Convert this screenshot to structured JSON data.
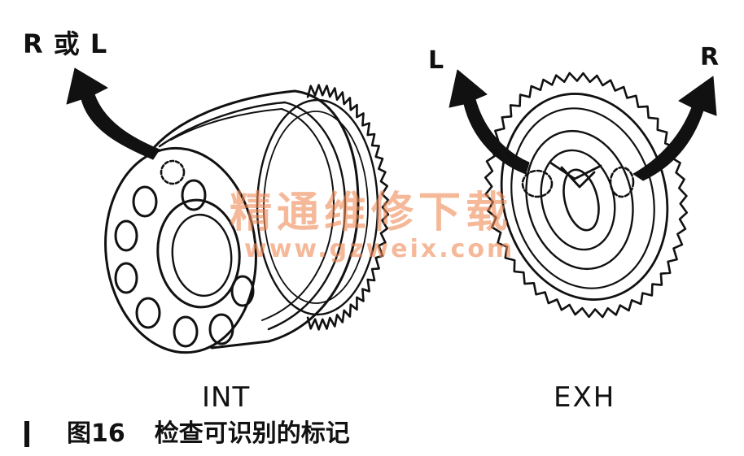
{
  "labels": {
    "int_direction": "R 或 L",
    "exh_left": "L",
    "exh_right": "R",
    "int_gear": "INT",
    "exh_gear": "EXH"
  },
  "caption": {
    "figure_number": "图16",
    "title": "检查可识别的标记"
  },
  "watermark": {
    "text_cn": "精通维修下载",
    "url": "www.gzweix.com"
  },
  "colors": {
    "ink": "#111111",
    "watermark": "#f08a54"
  }
}
